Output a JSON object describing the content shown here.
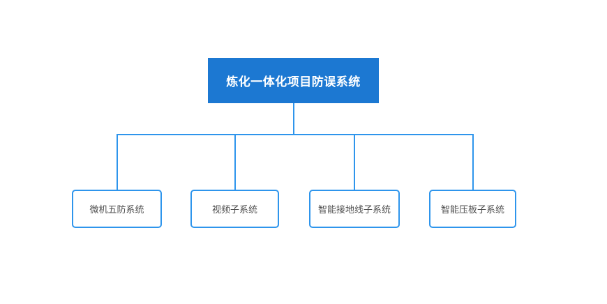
{
  "diagram": {
    "type": "org-chart",
    "root": {
      "label": "炼化一体化项目防误系统"
    },
    "children": [
      {
        "label": "微机五防系统"
      },
      {
        "label": "视频子系统"
      },
      {
        "label": "智能接地线子系统"
      },
      {
        "label": "智能压板子系统"
      }
    ],
    "colors": {
      "background": "#FFFFFF",
      "root_fill": "#1C78D2",
      "root_text": "#FFFFFF",
      "connector": "#2E95EC",
      "child_border": "#2E95EC",
      "child_fill": "#FFFFFF",
      "child_text": "#4D4D4D"
    }
  }
}
